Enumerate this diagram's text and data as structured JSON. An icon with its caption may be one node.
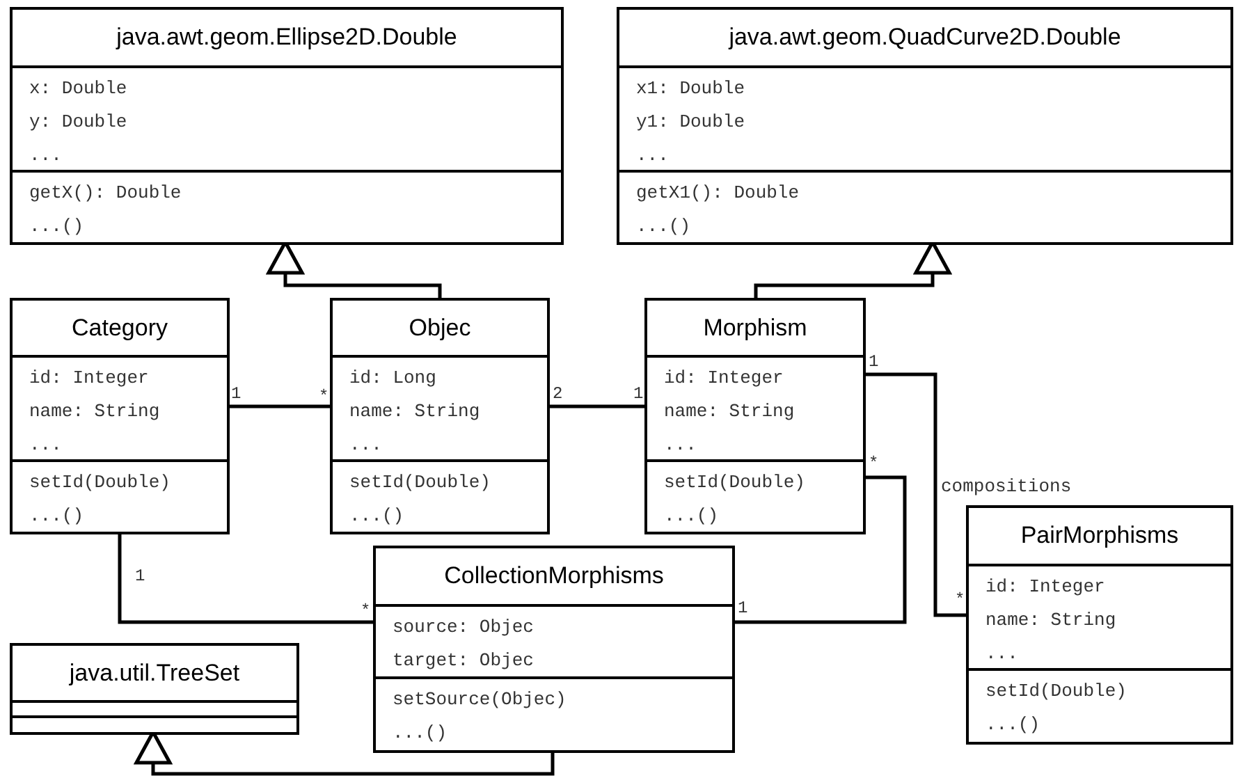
{
  "diagram": {
    "nodes": [
      {
        "text": [
          "java.awt.geom.Ellipse2D.Double"
        ]
      },
      {
        "text": [
          "x: Double",
          "y: Double",
          "..."
        ],
        "in": 0
      },
      {
        "text": [
          "getX(): Double",
          "...()"
        ],
        "in": 0
      },
      {
        "text": [
          "java.awt.geom.QuadCurve2D.Double"
        ]
      },
      {
        "text": [
          "x1: Double",
          "y1: Double",
          "..."
        ],
        "in": 3
      },
      {
        "text": [
          "getX1(): Double",
          "...()"
        ],
        "in": 3
      },
      {
        "text": [
          "Category"
        ]
      },
      {
        "text": [
          "id: Integer",
          "name: String",
          "..."
        ],
        "in": 6
      },
      {
        "text": [
          "setId(Double)",
          "...()"
        ],
        "in": 6
      },
      {
        "text": [
          "Objec"
        ]
      },
      {
        "text": [
          "id: Long",
          "name: String",
          "..."
        ],
        "in": 9
      },
      {
        "text": [
          "setId(Double)",
          "...()"
        ],
        "in": 9
      },
      {
        "text": [
          "Morphism"
        ]
      },
      {
        "text": [
          "id: Integer",
          "name: String",
          "..."
        ],
        "in": 12
      },
      {
        "text": [
          "setId(Double)",
          "...()"
        ],
        "in": 12
      },
      {
        "text": [
          "PairMorphisms"
        ]
      },
      {
        "text": [
          "id: Integer",
          "name: String",
          "..."
        ],
        "in": 15
      },
      {
        "text": [
          "setId(Double)",
          "...()"
        ],
        "in": 15
      },
      {
        "text": [
          "CollectionMorphisms"
        ]
      },
      {
        "text": [
          "source: Objec",
          "target: Objec"
        ],
        "in": 18
      },
      {
        "text": [
          "setSource(Objec)",
          "...()"
        ],
        "in": 18
      },
      {
        "text": [
          "java.util.TreeSet"
        ]
      },
      {
        "text": [],
        "shape": "box",
        "in": 21
      },
      {
        "text": [],
        "shape": "box",
        "in": 21
      }
    ],
    "edges": [
      {
        "from": 9,
        "to": 0,
        "arrow": "to"
      },
      {
        "from": 12,
        "to": 3,
        "arrow": "to"
      },
      {
        "from": 6,
        "to": 9,
        "arrow": "none"
      },
      {
        "from": 9,
        "to": 12,
        "arrow": "none"
      },
      {
        "from": 12,
        "to": 15,
        "arrow": "none",
        "label": "compositions"
      },
      {
        "from": 12,
        "to": 18,
        "arrow": "none"
      },
      {
        "from": 6,
        "to": 18,
        "arrow": "none"
      },
      {
        "from": 18,
        "to": 21,
        "arrow": "to"
      }
    ],
    "labels": [
      "1",
      "1",
      "*",
      "2",
      "1",
      "*",
      "1",
      "*",
      "*",
      "1"
    ]
  }
}
